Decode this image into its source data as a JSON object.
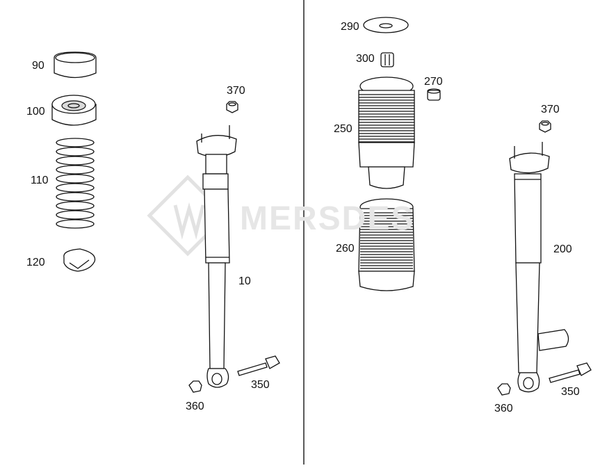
{
  "watermark": {
    "text": "MERSDES"
  },
  "labels": {
    "p90": "90",
    "p100": "100",
    "p110": "110",
    "p120": "120",
    "p370_left": "370",
    "p10": "10",
    "p350_left": "350",
    "p360_left": "360",
    "p290": "290",
    "p300": "300",
    "p270": "270",
    "p250": "250",
    "p260": "260",
    "p370_right": "370",
    "p200": "200",
    "p350_right": "350",
    "p360_right": "360"
  },
  "colors": {
    "line": "#111111",
    "divider": "#222222",
    "watermark": "#e6e6e6"
  }
}
